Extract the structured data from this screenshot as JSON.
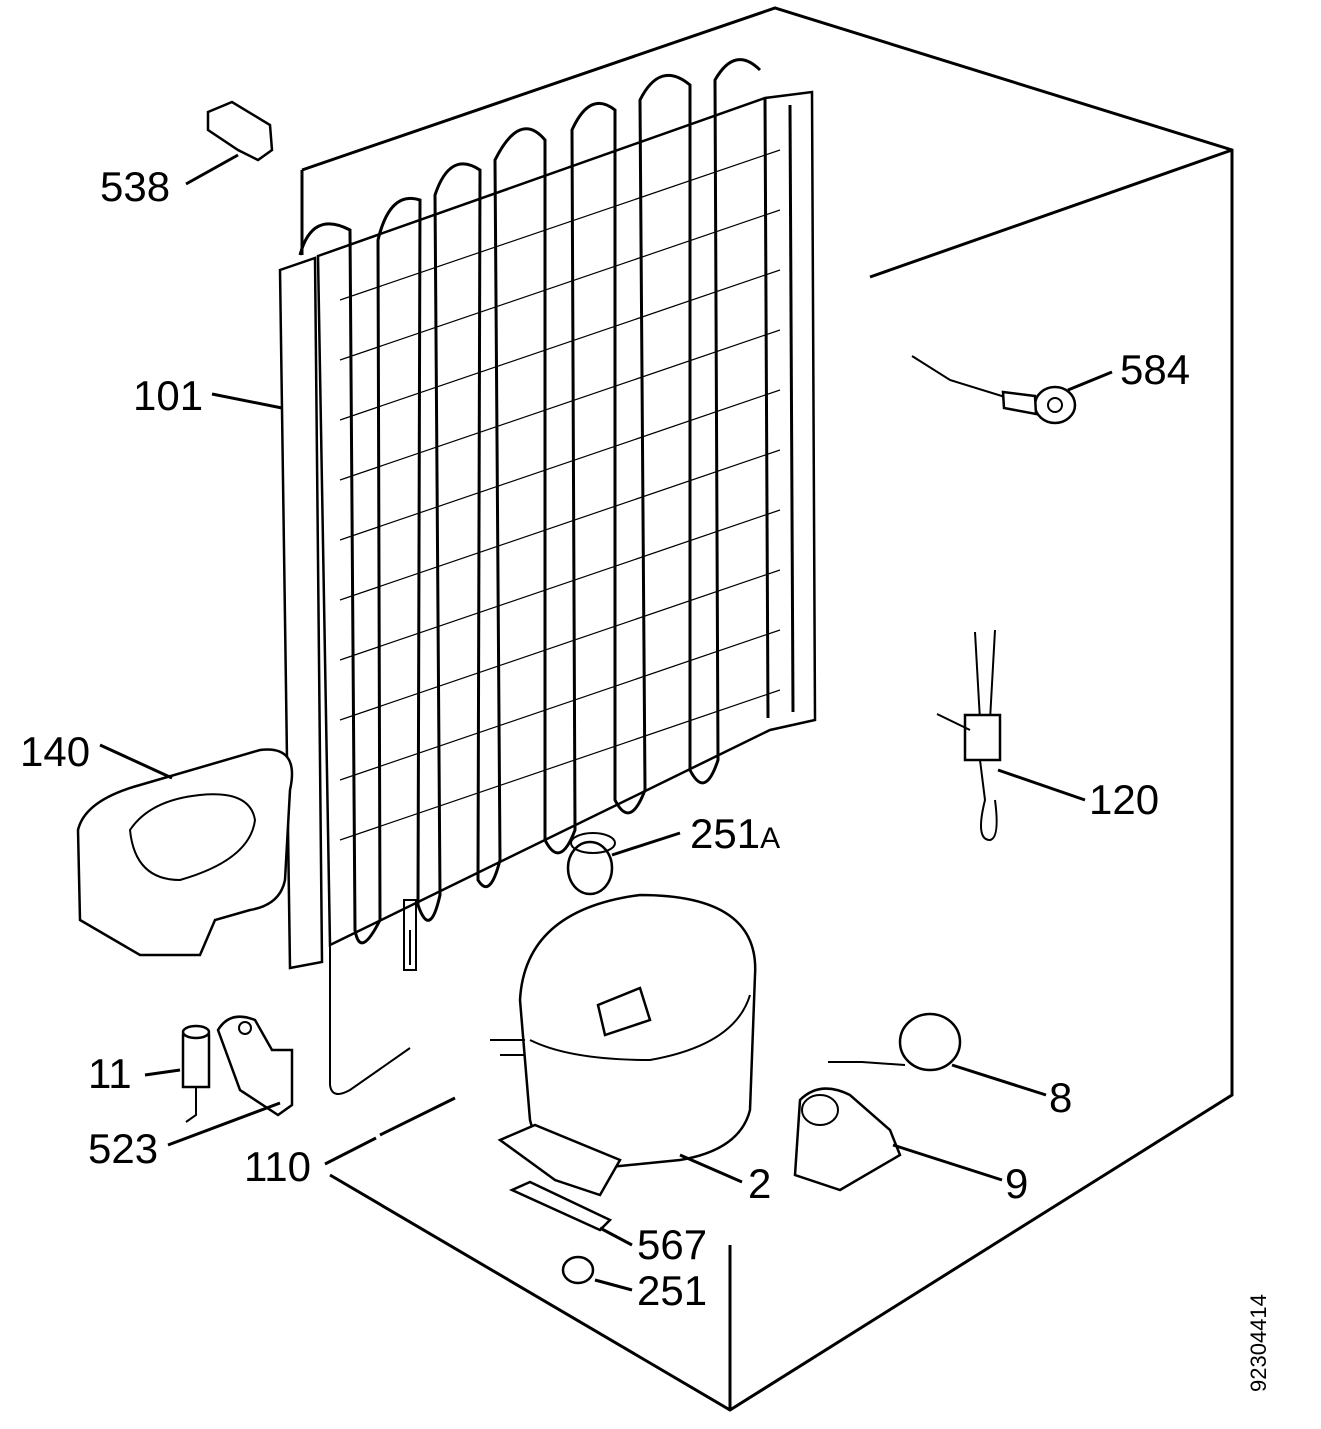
{
  "labels": {
    "p538": "538",
    "p101": "101",
    "p140": "140",
    "p584": "584",
    "p120": "120",
    "p251a_num": "251",
    "p251a_suffix": "A",
    "p11": "11",
    "p523": "523",
    "p110": "110",
    "p2": "2",
    "p8": "8",
    "p9": "9",
    "p567": "567",
    "p251": "251"
  },
  "reference_number": "92304414"
}
